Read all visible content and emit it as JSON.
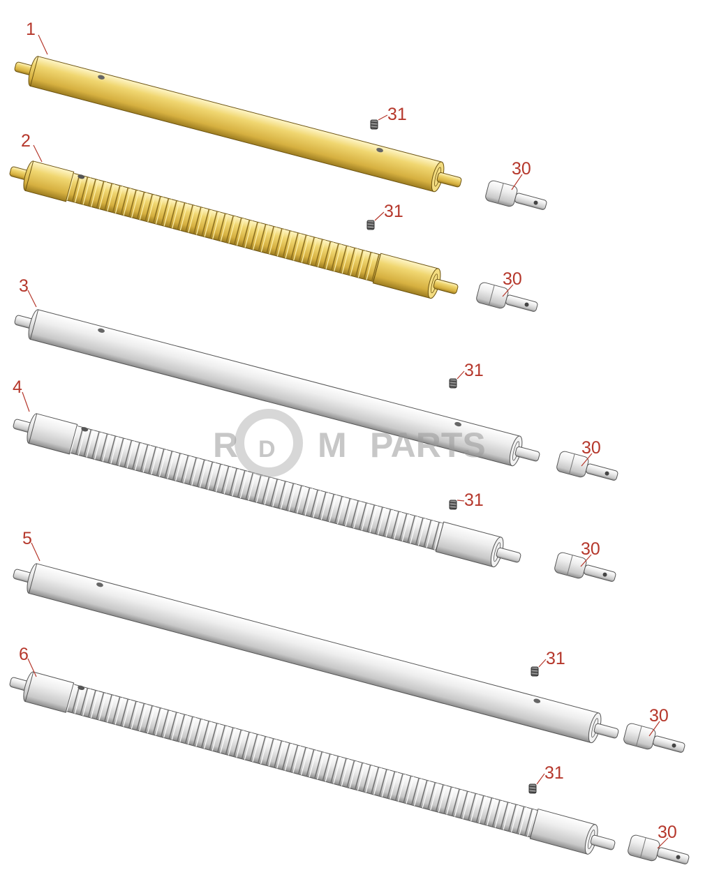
{
  "watermark": {
    "left": "R",
    "center": "D",
    "right": "M",
    "suffix": "PARTS"
  },
  "callouts": {
    "roller_1": "1",
    "roller_2": "2",
    "roller_3": "3",
    "roller_4": "4",
    "roller_5": "5",
    "roller_6": "6",
    "end_cap": "30",
    "grub_screw": "31"
  },
  "colors": {
    "yellow": "#e6c65a",
    "gray": "#dcdcdc",
    "callout": "#b5372b"
  }
}
